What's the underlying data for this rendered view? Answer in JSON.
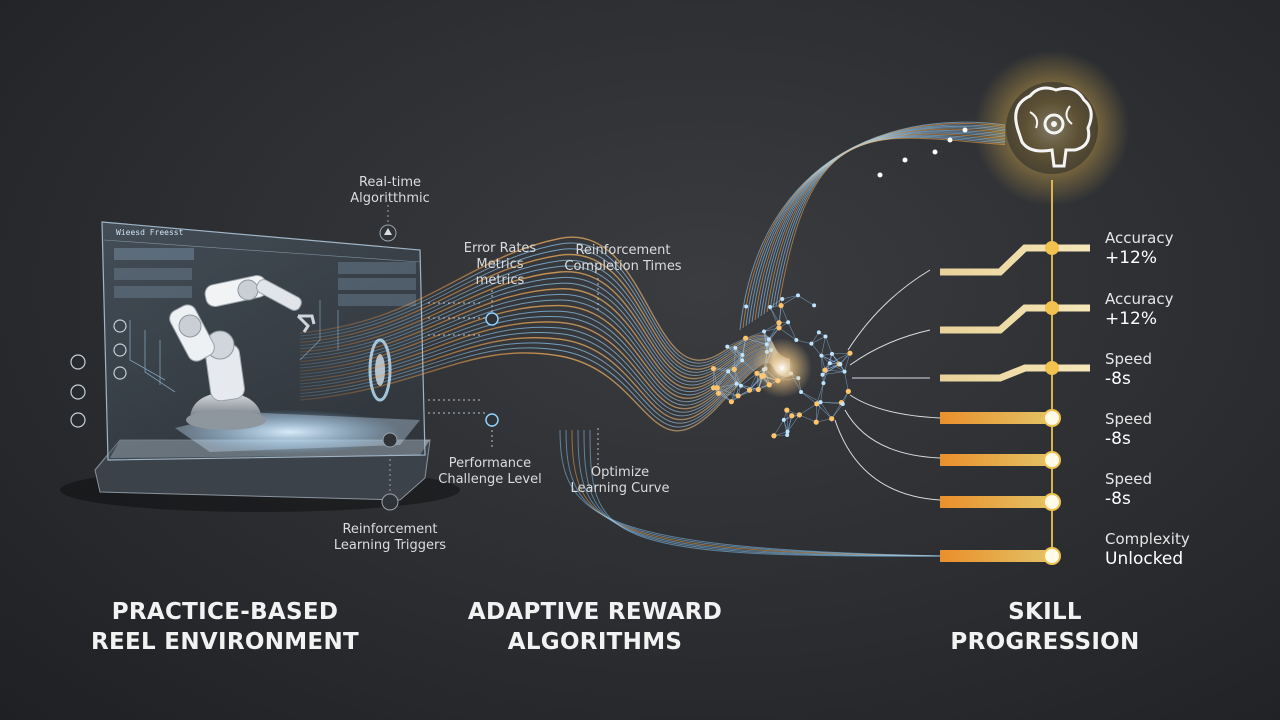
{
  "sections": {
    "practice": [
      "PRACTICE-BASED",
      "REEL ENVIRONMENT"
    ],
    "adaptive": [
      "ADAPTIVE REWARD",
      "ALGORITHMS"
    ],
    "skill": [
      "SKILL",
      "PROGRESSION"
    ]
  },
  "labels": {
    "realtime": [
      "Real-time",
      "Algoritthmic"
    ],
    "error_rates": [
      "Error Rates",
      "Metrics",
      "metrics"
    ],
    "reinforcement_completion": [
      "Reinforcement",
      "Completion Times"
    ],
    "performance": [
      "Performance",
      "Challenge Level"
    ],
    "optimize": [
      "Optimize",
      "Learning Curve"
    ],
    "triggers": [
      "Reinforcement",
      "Learning Triggers"
    ]
  },
  "screen": {
    "title": "Wieesd Freesst"
  },
  "metrics": [
    {
      "name": "Accuracy",
      "value": "+12%"
    },
    {
      "name": "Accuracy",
      "value": "+12%"
    },
    {
      "name": "Speed",
      "value": "-8s"
    },
    {
      "name": "Speed",
      "value": "-8s"
    },
    {
      "name": "Speed",
      "value": "-8s"
    },
    {
      "name": "Complexity",
      "value": "Unlocked"
    }
  ],
  "colors": {
    "accent_gold": "#f2c14e",
    "accent_orange": "#ff9a3c",
    "accent_blue": "#7ec8ff",
    "background": "#2b2d31"
  },
  "icons": [
    "robot-arm-icon",
    "brain-gear-icon",
    "neural-network-icon",
    "shield-icon",
    "warning-icon",
    "gear-icon"
  ]
}
